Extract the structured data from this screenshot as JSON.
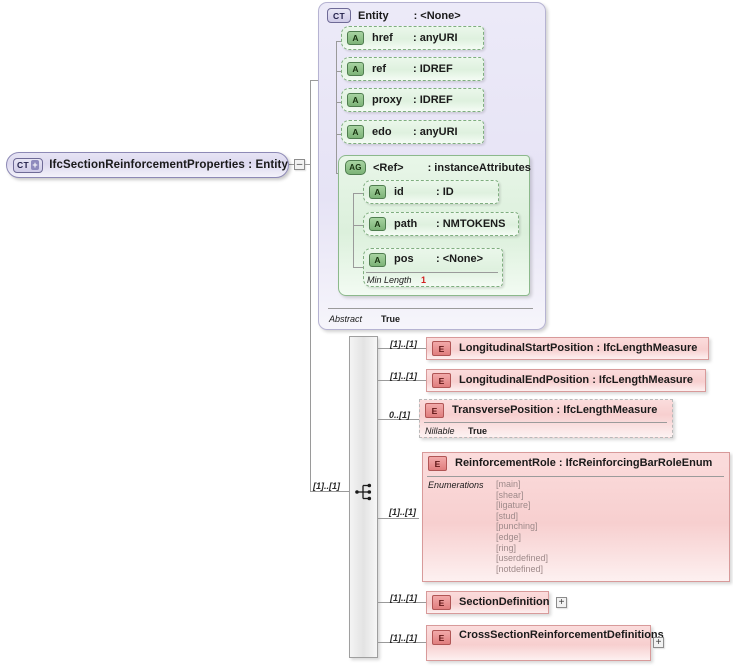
{
  "diagram": {
    "kind": "xsd-schema-diagram",
    "root": {
      "badge": "CT",
      "badge_plus": "+",
      "label": "IfcSectionReinforcementProperties : Entity",
      "toggle": "–"
    },
    "entity_box": {
      "badge": "CT",
      "name": "Entity",
      "type": ": <None>",
      "attributes": [
        {
          "badge": "A",
          "name": "href",
          "type": ": anyURI"
        },
        {
          "badge": "A",
          "name": "ref",
          "type": ": IDREF"
        },
        {
          "badge": "A",
          "name": "proxy",
          "type": ": IDREF"
        },
        {
          "badge": "A",
          "name": "edo",
          "type": ": anyURI"
        }
      ],
      "attribute_group": {
        "badge": "AG",
        "name": "<Ref>",
        "type": ": instanceAttributes",
        "attributes": [
          {
            "badge": "A",
            "name": "id",
            "type": ": ID"
          },
          {
            "badge": "A",
            "name": "path",
            "type": ": NMTOKENS"
          },
          {
            "badge": "A",
            "name": "pos",
            "type": ": <None>",
            "facet_key": "Min Length",
            "facet_value": "1"
          }
        ]
      },
      "abstract_key": "Abstract",
      "abstract_value": "True"
    },
    "compositor": {
      "type": "sequence",
      "cardinality": "[1]..[1]"
    },
    "elements": [
      {
        "badge": "E",
        "label": "LongitudinalStartPosition : IfcLengthMeasure",
        "cardinality": "[1]..[1]",
        "optional": false,
        "expand": null,
        "facet_key": null,
        "facet_value": null
      },
      {
        "badge": "E",
        "label": "LongitudinalEndPosition : IfcLengthMeasure",
        "cardinality": "[1]..[1]",
        "optional": false,
        "expand": null,
        "facet_key": null,
        "facet_value": null
      },
      {
        "badge": "E",
        "label": "TransversePosition : IfcLengthMeasure",
        "cardinality": "0..[1]",
        "optional": true,
        "expand": null,
        "facet_key": "Nillable",
        "facet_value": "True"
      },
      {
        "badge": "E",
        "label": "ReinforcementRole : IfcReinforcingBarRoleEnum",
        "cardinality": "[1]..[1]",
        "optional": false,
        "expand": null,
        "facet_key": "Enumerations",
        "facet_value": null,
        "enumerations": [
          "[main]",
          "[shear]",
          "[ligature]",
          "[stud]",
          "[punching]",
          "[edge]",
          "[ring]",
          "[userdefined]",
          "[notdefined]"
        ]
      },
      {
        "badge": "E",
        "label": "SectionDefinition",
        "cardinality": "[1]..[1]",
        "optional": false,
        "expand": "+",
        "facet_key": null,
        "facet_value": null
      },
      {
        "badge": "E",
        "label": "CrossSectionReinforcementDefinitions",
        "cardinality": "[1]..[1]",
        "optional": false,
        "expand": "+",
        "facet_key": null,
        "facet_value": null
      }
    ],
    "colors": {
      "complextype_fill": "#e6e3f5",
      "attribute_fill": "#dff1df",
      "element_fill": "#f7cfcf",
      "compositor_fill": "#e3e3e3",
      "connector": "#9a9a9a",
      "facet_red": "#d21f1f"
    }
  }
}
